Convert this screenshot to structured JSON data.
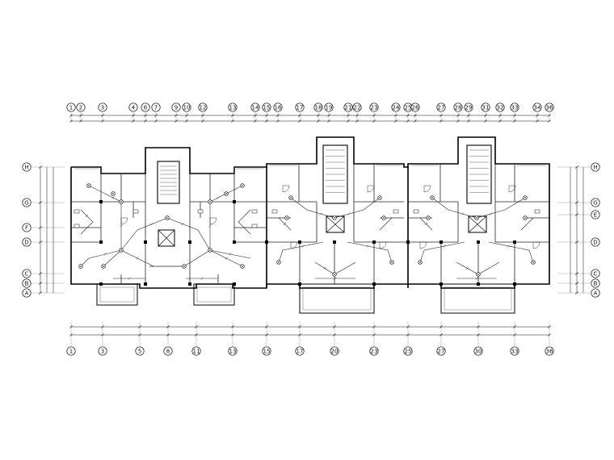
{
  "drawing": {
    "colors": {
      "ink": "#111111",
      "wire": "#1a1a1a",
      "wall": "#000000",
      "bg": "#ffffff"
    },
    "top_axes": [
      "1",
      "2",
      "3",
      "4",
      "6",
      "7",
      "9",
      "10",
      "12",
      "13",
      "14",
      "15",
      "16",
      "17",
      "18",
      "19",
      "21",
      "22",
      "23",
      "24",
      "25",
      "26",
      "27",
      "28",
      "29",
      "31",
      "32",
      "33",
      "34",
      "36"
    ],
    "bottom_axes": [
      "1",
      "3",
      "5",
      "8",
      "11",
      "13",
      "15",
      "17",
      "20",
      "23",
      "25",
      "27",
      "30",
      "33",
      "36"
    ],
    "left_axes": [
      "H",
      "G",
      "F",
      "D",
      "C",
      "B",
      "A"
    ],
    "right_axes": [
      "H",
      "G",
      "E",
      "D",
      "C",
      "B",
      "A"
    ]
  }
}
